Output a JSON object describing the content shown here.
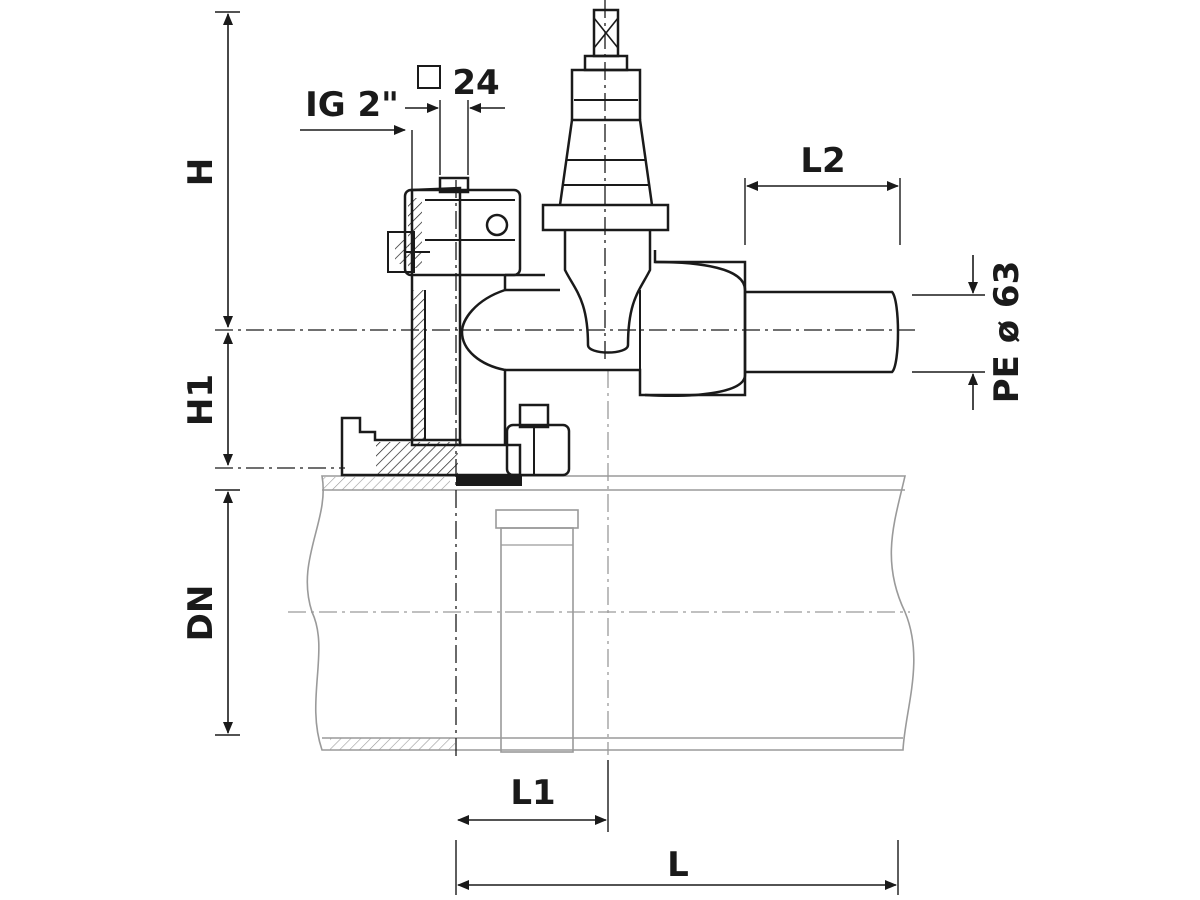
{
  "diagram": {
    "labels": {
      "h": "H",
      "h1": "H1",
      "dn": "DN",
      "l": "L",
      "l1": "L1",
      "l2": "L2",
      "ig": "IG 2\"",
      "sq": "24",
      "pe": "PE ø 63"
    },
    "colors": {
      "line": "#1a1a1a",
      "pipe": "#9a9a9a",
      "background": "#ffffff"
    }
  }
}
